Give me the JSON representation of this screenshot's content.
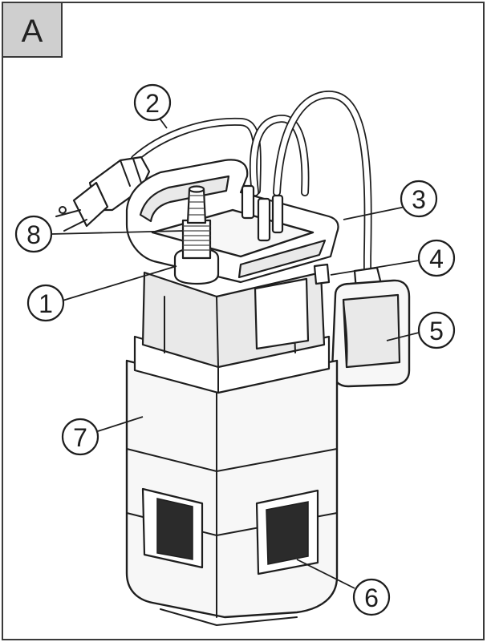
{
  "figure_label": "A",
  "callouts": [
    {
      "id": "2",
      "label": "2"
    },
    {
      "id": "3",
      "label": "3"
    },
    {
      "id": "8",
      "label": "8"
    },
    {
      "id": "4",
      "label": "4"
    },
    {
      "id": "1",
      "label": "1"
    },
    {
      "id": "5",
      "label": "5"
    },
    {
      "id": "7",
      "label": "7"
    },
    {
      "id": "6",
      "label": "6"
    }
  ]
}
